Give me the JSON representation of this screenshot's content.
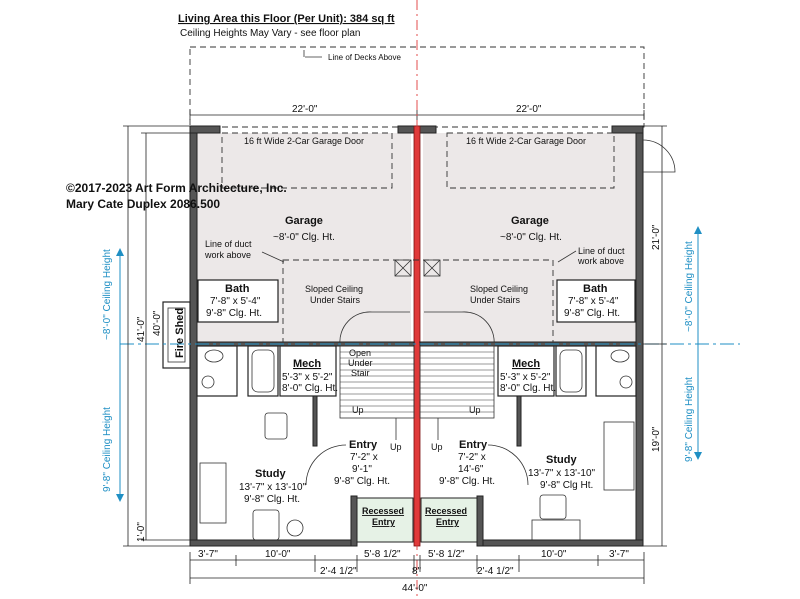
{
  "header": {
    "living_area": "Living Area this Floor (Per Unit): 384 sq ft",
    "ceiling_note": "Ceiling Heights May Vary - see floor plan",
    "decks_note": "Line of Decks Above"
  },
  "copyright": {
    "line1": "©2017-2023 Art Form Architecture, Inc.",
    "line2": "Mary Cate Duplex 2086.500"
  },
  "dimensions": {
    "top_left": "22'-0\"",
    "top_right": "22'-0\"",
    "left_overall": "41'-0\"",
    "left_inner": "40'-0\"",
    "left_bottom": "1'-0\"",
    "right_upper": "21'-0\"",
    "right_lower": "19'-0\"",
    "bottom_row1": [
      "3'-7\"",
      "10'-0\"",
      "5'-8 1/2\"",
      "5'-8 1/2\"",
      "10'-0\"",
      "3'-7\""
    ],
    "bottom_row2": [
      "2'-4 1/2\"",
      "8\"",
      "2'-4 1/2\""
    ],
    "bottom_overall": "44'-0\""
  },
  "ceiling_lines": {
    "left_upper": "~8'-0\" Ceiling Height",
    "left_lower": "9'-8\" Ceiling Height",
    "right_upper": "~8'-0\" Ceiling Height",
    "right_lower": "9'-8\" Ceiling Height"
  },
  "rooms": {
    "garage_door_left": "16 ft Wide 2-Car Garage Door",
    "garage_door_right": "16 ft Wide 2-Car Garage Door",
    "garage_left": {
      "name": "Garage",
      "clg": "~8'-0\" Clg. Ht."
    },
    "garage_right": {
      "name": "Garage",
      "clg": "~8'-0\" Clg. Ht."
    },
    "duct_left": [
      "Line of duct",
      "work above"
    ],
    "duct_right": [
      "Line of duct",
      "work above"
    ],
    "bath_left": {
      "name": "Bath",
      "size": "7'-8\" x 5'-4\"",
      "clg": "9'-8\" Clg. Ht."
    },
    "bath_right": {
      "name": "Bath",
      "size": "7'-8\" x 5'-4\"",
      "clg": "9'-8\" Clg. Ht."
    },
    "sloped_left": [
      "Sloped Ceiling",
      "Under Stairs"
    ],
    "sloped_right": [
      "Sloped Ceiling",
      "Under Stairs"
    ],
    "fire_shed": "Fire Shed",
    "mech_left": {
      "name": "Mech",
      "size": "5'-3\" x 5'-2\"",
      "clg": "8'-0\" Clg. Ht."
    },
    "mech_right": {
      "name": "Mech",
      "size": "5'-3\" x 5'-2\"",
      "clg": "8'-0\" Clg. Ht."
    },
    "open_stair": [
      "Open",
      "Under",
      "Stair"
    ],
    "up": "Up",
    "entry_left": {
      "name": "Entry",
      "size1": "7'-2\" x",
      "size2": "9'-1\"",
      "clg": "9'-8\" Clg. Ht."
    },
    "entry_right": {
      "name": "Entry",
      "size1": "7'-2\" x",
      "size2": "14'-6\"",
      "clg": "9'-8\" Clg. Ht."
    },
    "study_left": {
      "name": "Study",
      "size": "13'-7\" x 13'-10\"",
      "clg": "9'-8\" Clg. Ht."
    },
    "study_right": {
      "name": "Study",
      "size": "13'-7\" x 13'-10\"",
      "clg": "9'-8\" Clg Ht."
    },
    "recessed_left": [
      "Recessed",
      "Entry"
    ],
    "recessed_right": [
      "Recessed",
      "Entry"
    ]
  },
  "colors": {
    "garage_fill": "#ece8e8",
    "party_wall": "#e03a3a",
    "ceiling_line": "#1f8fc4",
    "recessed_fill": "#e6f2e6"
  }
}
